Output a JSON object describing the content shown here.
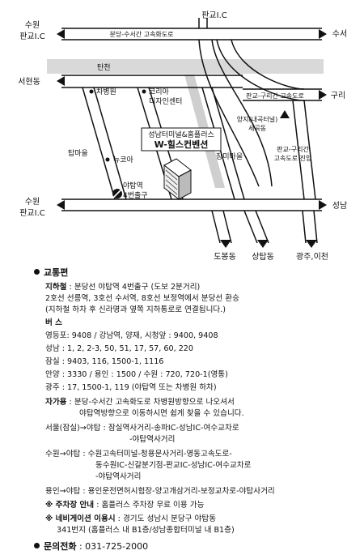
{
  "map": {
    "labels": {
      "suwon_pangyo_top": [
        "수원",
        "판교I.C"
      ],
      "pangyo_ic": "판교I.C",
      "seoul": "수서",
      "bundang_suseo_road": "분당-수서간 고속화도로",
      "tancheon": "탄천",
      "seohyeondong": "서현동",
      "guri": "구리",
      "pangyo_guri_road": "판교-구리간 고속도로",
      "chabyeongwon": "차병원",
      "korea_design": [
        "코리아",
        "디자인센터"
      ],
      "yangji": [
        "양지(내곡터널)",
        "세곡동"
      ],
      "pangyo_guri_entry": [
        "판교-구리간",
        "고속도로 진입"
      ],
      "venue": [
        "성남터미널&홈플러스",
        "W-힐스컨벤션"
      ],
      "janggmi": "장미마을",
      "tapmaeul": "탑마을",
      "newcore": "뉴코아",
      "yatap_exit": [
        "야탑역",
        "4번출구"
      ],
      "suwon_pangyo_bottom": [
        "수원",
        "판교I.C"
      ],
      "seongnam": "성남",
      "dobong": "도봉동",
      "sangtap": "상탑동",
      "gwangju_icheon": "광주,이천"
    }
  },
  "info": {
    "transport_title": "교통편",
    "subway_label": "지하철",
    "subway_line1": " : 분당선 야탑역 4번출구 (도보 2분거리)",
    "subway_line2": "2호선 선릉역, 3호선 수서역, 8호선 보정역에서 분당선 환승",
    "subway_line3": "(지하철 하차 후 신라명과 옆쪽 지하통로로 연결됩니다.)",
    "bus_label": "버    스",
    "bus_lines": [
      "영등포: 9408 / 강남역, 양재, 시청앞 : 9400, 9408",
      "성남 : 1, 2, 2-3, 50, 51, 17, 57, 60, 220",
      "잠실 : 9403, 116, 1500-1, 1116",
      "안양 : 3330 / 용인 : 1500 / 수원 : 720, 720-1(영통)",
      "광주 : 17, 1500-1, 119 (야탑역 또는 차병원 하차)"
    ],
    "car_label": "자가용",
    "car_line1": " : 분당-수서간 고속화도로 차병원방향으로 나오셔서",
    "car_line2": "야탑역방향으로 이동하시면 쉽게 찾을 수 있습니다.",
    "route_seoul1": "서울(잠실)→야탑 : 잠실역사거리-송파IC-성남IC-여수교차로",
    "route_seoul2": "-야탑역사거리",
    "route_suwon1": "수원→야탑 : 수원고속터미널-청용문사거리-영동고속도로-",
    "route_suwon2": "동수원IC-신갈분기점-판교IC-성남IC-여수교차로",
    "route_suwon3": "-야탑역사거리",
    "route_yongin": "용인→야탑 : 용인운전면허시험장-양고개삼거리-보정교차로-야탑사거리",
    "parking_label": "※ 주차장 안내",
    "parking_text": " : 홈플러스 주차장 무료 이용 가능",
    "navi_label": "※ 네비게이션 이용시",
    "navi_text1": " : 경기도 성남시 분당구 야탑동",
    "navi_text2": "341번지 (홈플러스 내 B1층/성남종합터미널 내 B1층)",
    "contact_title": "문의전화",
    "contact_phone": " : 031-725-2000"
  }
}
